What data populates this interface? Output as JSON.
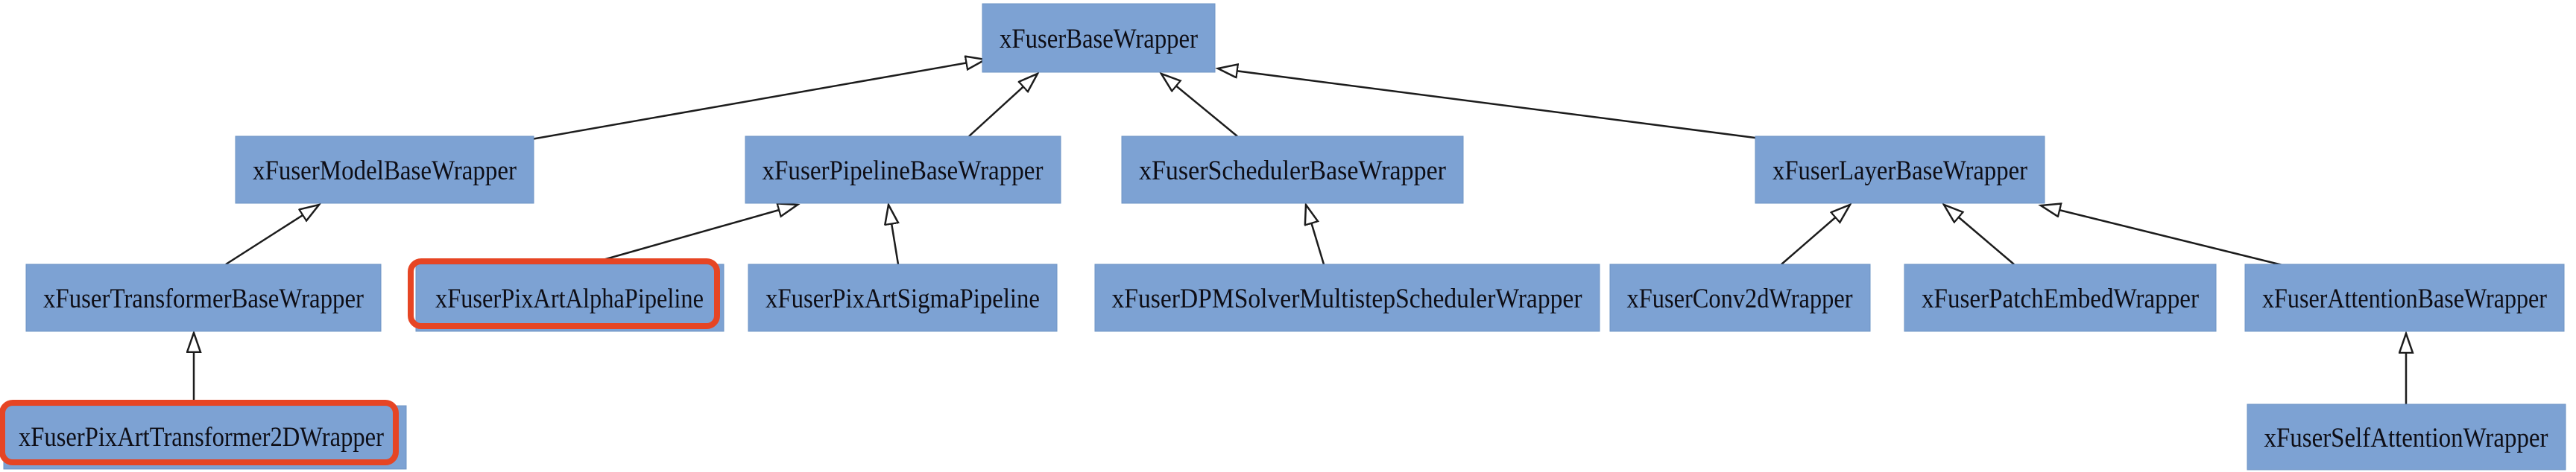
{
  "diagram": {
    "type": "class-inheritance-diagram",
    "background_color": "#ffffff",
    "node_fill_color": "#7da2d3",
    "node_text_color": "#0e0e16",
    "edge_color": "#1c1c1c",
    "highlight_border_color": "#e64524",
    "arrowhead_style": "hollow-triangle",
    "nodes": {
      "base": {
        "label": "xFuserBaseWrapper",
        "highlighted": false
      },
      "model": {
        "label": "xFuserModelBaseWrapper",
        "highlighted": false
      },
      "pipeline": {
        "label": "xFuserPipelineBaseWrapper",
        "highlighted": false
      },
      "scheduler": {
        "label": "xFuserSchedulerBaseWrapper",
        "highlighted": false
      },
      "layer": {
        "label": "xFuserLayerBaseWrapper",
        "highlighted": false
      },
      "transformer": {
        "label": "xFuserTransformerBaseWrapper",
        "highlighted": false
      },
      "alpha": {
        "label": "xFuserPixArtAlphaPipeline",
        "highlighted": true
      },
      "sigma": {
        "label": "xFuserPixArtSigmaPipeline",
        "highlighted": false
      },
      "dpm": {
        "label": "xFuserDPMSolverMultistepSchedulerWrapper",
        "highlighted": false
      },
      "conv": {
        "label": "xFuserConv2dWrapper",
        "highlighted": false
      },
      "patch": {
        "label": "xFuserPatchEmbedWrapper",
        "highlighted": false
      },
      "attnbase": {
        "label": "xFuserAttentionBaseWrapper",
        "highlighted": false
      },
      "pixart2d": {
        "label": "xFuserPixArtTransformer2DWrapper",
        "highlighted": true
      },
      "selfattn": {
        "label": "xFuserSelfAttentionWrapper",
        "highlighted": false
      }
    },
    "edges": [
      {
        "from": "xFuserModelBaseWrapper",
        "to": "xFuserBaseWrapper"
      },
      {
        "from": "xFuserPipelineBaseWrapper",
        "to": "xFuserBaseWrapper"
      },
      {
        "from": "xFuserSchedulerBaseWrapper",
        "to": "xFuserBaseWrapper"
      },
      {
        "from": "xFuserLayerBaseWrapper",
        "to": "xFuserBaseWrapper"
      },
      {
        "from": "xFuserTransformerBaseWrapper",
        "to": "xFuserModelBaseWrapper"
      },
      {
        "from": "xFuserPixArtAlphaPipeline",
        "to": "xFuserPipelineBaseWrapper"
      },
      {
        "from": "xFuserPixArtSigmaPipeline",
        "to": "xFuserPipelineBaseWrapper"
      },
      {
        "from": "xFuserDPMSolverMultistepSchedulerWrapper",
        "to": "xFuserSchedulerBaseWrapper"
      },
      {
        "from": "xFuserConv2dWrapper",
        "to": "xFuserLayerBaseWrapper"
      },
      {
        "from": "xFuserPatchEmbedWrapper",
        "to": "xFuserLayerBaseWrapper"
      },
      {
        "from": "xFuserAttentionBaseWrapper",
        "to": "xFuserLayerBaseWrapper"
      },
      {
        "from": "xFuserPixArtTransformer2DWrapper",
        "to": "xFuserTransformerBaseWrapper"
      },
      {
        "from": "xFuserSelfAttentionWrapper",
        "to": "xFuserAttentionBaseWrapper"
      }
    ]
  }
}
